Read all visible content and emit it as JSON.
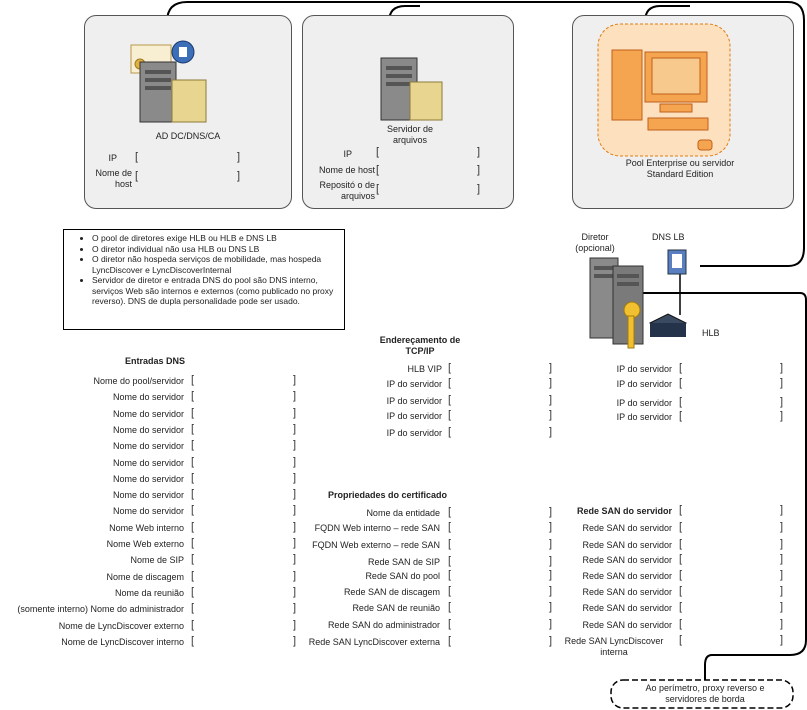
{
  "servers": {
    "ad": {
      "title": "AD DC/DNS/CA",
      "fields": [
        "IP",
        "Nome de host"
      ]
    },
    "files": {
      "title": "Servidor de arquivos",
      "fields": [
        "IP",
        "Nome de host",
        "Repositó o de arquivos"
      ]
    },
    "pool": {
      "title": "Pool Enterprise ou servidor Standard Edition"
    }
  },
  "director": {
    "title": "Diretor (opcional)",
    "dns_lb": "DNS LB",
    "hlb": "HLB"
  },
  "notes": [
    "O pool de diretores exige HLB ou HLB e DNS LB",
    "O diretor individual não usa HLB ou DNS LB",
    "O diretor não hospeda serviços de mobilidade, mas hospeda LyncDiscover e LyncDiscoverInternal",
    "Servidor de diretor e entrada DNS do pool são DNS interno, serviços Web são internos e externos (como publicado no proxy reverso). DNS de dupla personalidade pode ser usado."
  ],
  "dns": {
    "title": "Entradas DNS",
    "rows": [
      "Nome do pool/servidor",
      "Nome do servidor",
      "Nome do servidor",
      "Nome do servidor",
      "Nome do servidor",
      "Nome do servidor",
      "Nome do servidor",
      "Nome do servidor",
      "Nome do servidor",
      "Nome Web interno",
      "Nome Web externo",
      "Nome de SIP",
      "Nome de discagem",
      "Nome da reunião",
      "(somente interno) Nome do administrador",
      "Nome de LyncDiscover externo",
      "Nome de LyncDiscover interno"
    ]
  },
  "tcpip": {
    "title": "Endereçamento de TCP/IP",
    "left": [
      "HLB VIP",
      "IP do servidor",
      "IP do servidor",
      "IP do servidor",
      "IP do servidor"
    ],
    "right": [
      "IP do servidor",
      "IP do servidor",
      "IP do servidor",
      "IP do servidor"
    ]
  },
  "cert": {
    "title": "Propriedades do certificado",
    "left": [
      "Nome da entidade",
      "FQDN Web interno – rede SAN",
      "FQDN Web externo – rede SAN",
      "Rede SAN de SIP",
      "Rede SAN do pool",
      "Rede SAN de discagem",
      "Rede SAN de reunião",
      "Rede SAN do administrador",
      "Rede SAN LyncDiscover externa"
    ],
    "right": [
      "Rede SAN do servidor",
      "Rede SAN do servidor",
      "Rede SAN do servidor",
      "Rede SAN do servidor",
      "Rede SAN do servidor",
      "Rede SAN do servidor",
      "Rede SAN do servidor",
      "Rede SAN do servidor",
      "Rede SAN LyncDiscover interna"
    ]
  },
  "perimeter": "Ao perímetro, proxy reverso e servidores de borda",
  "bracket_open": "[",
  "bracket_close": "]"
}
